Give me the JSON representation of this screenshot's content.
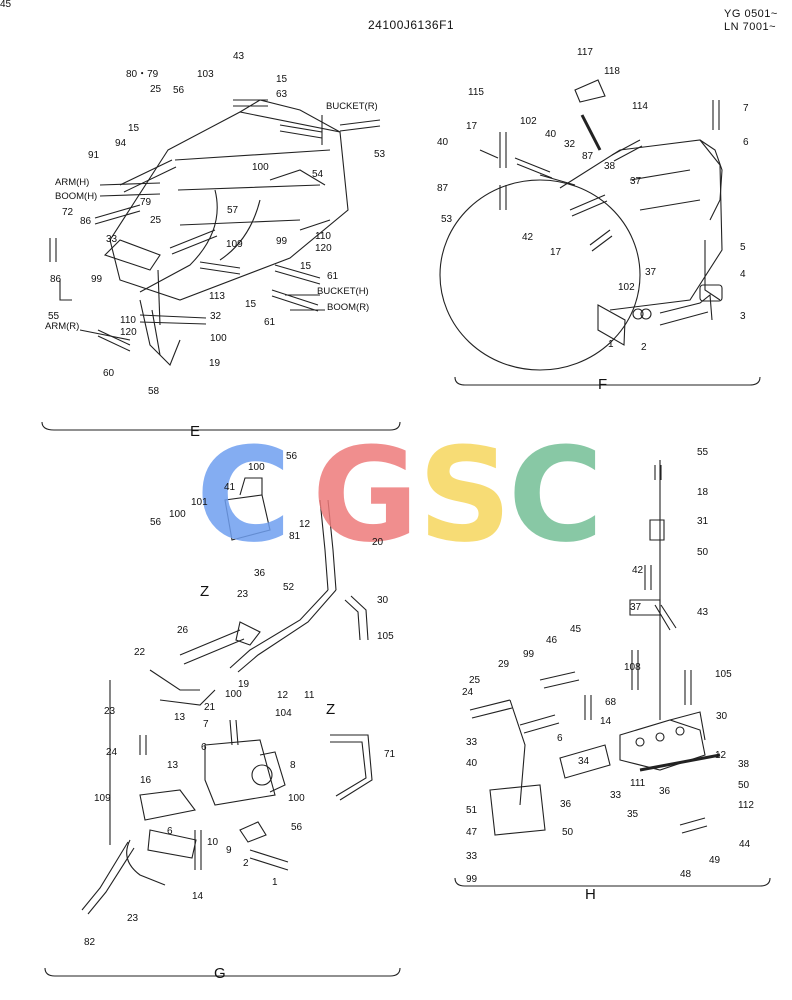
{
  "header": {
    "drawing_number": "24100J6136F1",
    "serial_1": "YG 0501~",
    "serial_2": "LN 7001~"
  },
  "sections": {
    "E": {
      "label": "E",
      "parts": [
        "43",
        "80・79",
        "25",
        "56",
        "103",
        "15",
        "63",
        "15",
        "94",
        "91",
        "100",
        "54",
        "53",
        "72",
        "79",
        "25",
        "86",
        "33",
        "86",
        "109",
        "99",
        "57",
        "99",
        "110",
        "120",
        "15",
        "61",
        "113",
        "15",
        "32",
        "55",
        "110",
        "120",
        "100",
        "19",
        "60",
        "58",
        "61"
      ],
      "side_labels": [
        "BUCKET(R)",
        "ARM(H)",
        "BOOM(H)",
        "BUCKET(H)",
        "ARM(R)",
        "BOOM(R)"
      ]
    },
    "F": {
      "label": "F",
      "parts": [
        "117",
        "118",
        "115",
        "7",
        "102",
        "114",
        "17",
        "40",
        "32",
        "6",
        "87",
        "40",
        "87",
        "38",
        "37",
        "53",
        "42",
        "17",
        "37",
        "5",
        "102",
        "4",
        "1",
        "2",
        "3"
      ]
    },
    "G": {
      "label": "G",
      "parts": [
        "100",
        "56",
        "41",
        "101",
        "100",
        "12",
        "81",
        "56",
        "20",
        "36",
        "52",
        "23",
        "30",
        "26",
        "105",
        "22",
        "19",
        "100",
        "21",
        "23",
        "13",
        "12",
        "11",
        "7",
        "104",
        "6",
        "24",
        "8",
        "16",
        "13",
        "100",
        "109",
        "6",
        "10",
        "56",
        "9",
        "2",
        "14",
        "1",
        "23",
        "82",
        "71"
      ],
      "view_labels": [
        "Z",
        "Z"
      ]
    },
    "H": {
      "label": "H",
      "parts": [
        "55",
        "18",
        "31",
        "50",
        "42",
        "37",
        "43",
        "46",
        "45",
        "99",
        "29",
        "108",
        "105",
        "25",
        "24",
        "68",
        "30",
        "14",
        "33",
        "6",
        "12",
        "34",
        "38",
        "40",
        "111",
        "36",
        "50",
        "36",
        "51",
        "33",
        "112",
        "35",
        "47",
        "50",
        "33",
        "49",
        "44",
        "99",
        "48",
        "45"
      ]
    }
  },
  "watermark": {
    "letters": [
      "C",
      "G",
      "S",
      "C"
    ],
    "colors": [
      "#6f9ff0",
      "#ee7b7b",
      "#f6d65e",
      "#74bf96"
    ]
  }
}
